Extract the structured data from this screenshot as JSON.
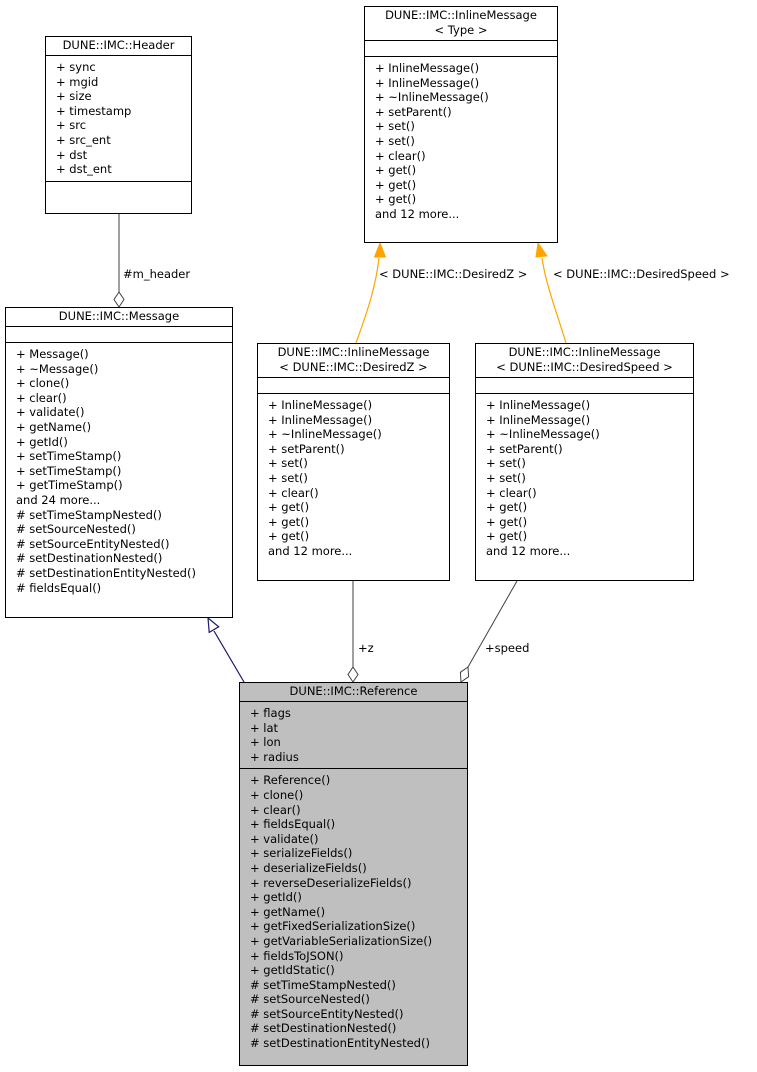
{
  "classes": {
    "header": {
      "title": [
        "DUNE::IMC::Header"
      ],
      "attributes": [
        "+ sync",
        "+ mgid",
        "+ size",
        "+ timestamp",
        "+ src",
        "+ src_ent",
        "+ dst",
        "+ dst_ent"
      ],
      "methods": []
    },
    "inline_type": {
      "title": [
        "DUNE::IMC::InlineMessage",
        "< Type >"
      ],
      "attributes": [],
      "methods": [
        "+ InlineMessage()",
        "+ InlineMessage()",
        "+ ~InlineMessage()",
        "+ setParent()",
        "+ set()",
        "+ set()",
        "+ clear()",
        "+ get()",
        "+ get()",
        "+ get()",
        "and 12 more..."
      ]
    },
    "message": {
      "title": [
        "DUNE::IMC::Message"
      ],
      "attributes": [],
      "methods": [
        "+ Message()",
        "+ ~Message()",
        "+ clone()",
        "+ clear()",
        "+ validate()",
        "+ getName()",
        "+ getId()",
        "+ setTimeStamp()",
        "+ setTimeStamp()",
        "+ getTimeStamp()",
        "and 24 more...",
        "# setTimeStampNested()",
        "# setSourceNested()",
        "# setSourceEntityNested()",
        "# setDestinationNested()",
        "# setDestinationEntityNested()",
        "# fieldsEqual()"
      ]
    },
    "inline_desiredz": {
      "title": [
        "DUNE::IMC::InlineMessage",
        "< DUNE::IMC::DesiredZ >"
      ],
      "attributes": [],
      "methods": [
        "+ InlineMessage()",
        "+ InlineMessage()",
        "+ ~InlineMessage()",
        "+ setParent()",
        "+ set()",
        "+ set()",
        "+ clear()",
        "+ get()",
        "+ get()",
        "+ get()",
        "and 12 more..."
      ]
    },
    "inline_desiredspeed": {
      "title": [
        "DUNE::IMC::InlineMessage",
        "< DUNE::IMC::DesiredSpeed >"
      ],
      "attributes": [],
      "methods": [
        "+ InlineMessage()",
        "+ InlineMessage()",
        "+ ~InlineMessage()",
        "+ setParent()",
        "+ set()",
        "+ set()",
        "+ clear()",
        "+ get()",
        "+ get()",
        "+ get()",
        "and 12 more..."
      ]
    },
    "reference": {
      "title": [
        "DUNE::IMC::Reference"
      ],
      "attributes": [
        "+ flags",
        "+ lat",
        "+ lon",
        "+ radius"
      ],
      "methods": [
        "+ Reference()",
        "+ clone()",
        "+ clear()",
        "+ fieldsEqual()",
        "+ validate()",
        "+ serializeFields()",
        "+ deserializeFields()",
        "+ reverseDeserializeFields()",
        "+ getId()",
        "+ getName()",
        "+ getFixedSerializationSize()",
        "+ getVariableSerializationSize()",
        "+ fieldsToJSON()",
        "+ getIdStatic()",
        "# setTimeStampNested()",
        "# setSourceNested()",
        "# setSourceEntityNested()",
        "# setDestinationNested()",
        "# setDestinationEntityNested()"
      ]
    }
  },
  "edge_labels": {
    "m_header": "#m_header",
    "desiredz_template": "< DUNE::IMC::DesiredZ >",
    "desiredspeed_template": "< DUNE::IMC::DesiredSpeed >",
    "z": "+z",
    "speed": "+speed"
  },
  "colors": {
    "highlight_fill": "#bfbfbf",
    "inheritance_edge": "#191970",
    "template_edge": "#ffa500",
    "composition_edge": "#404040"
  }
}
